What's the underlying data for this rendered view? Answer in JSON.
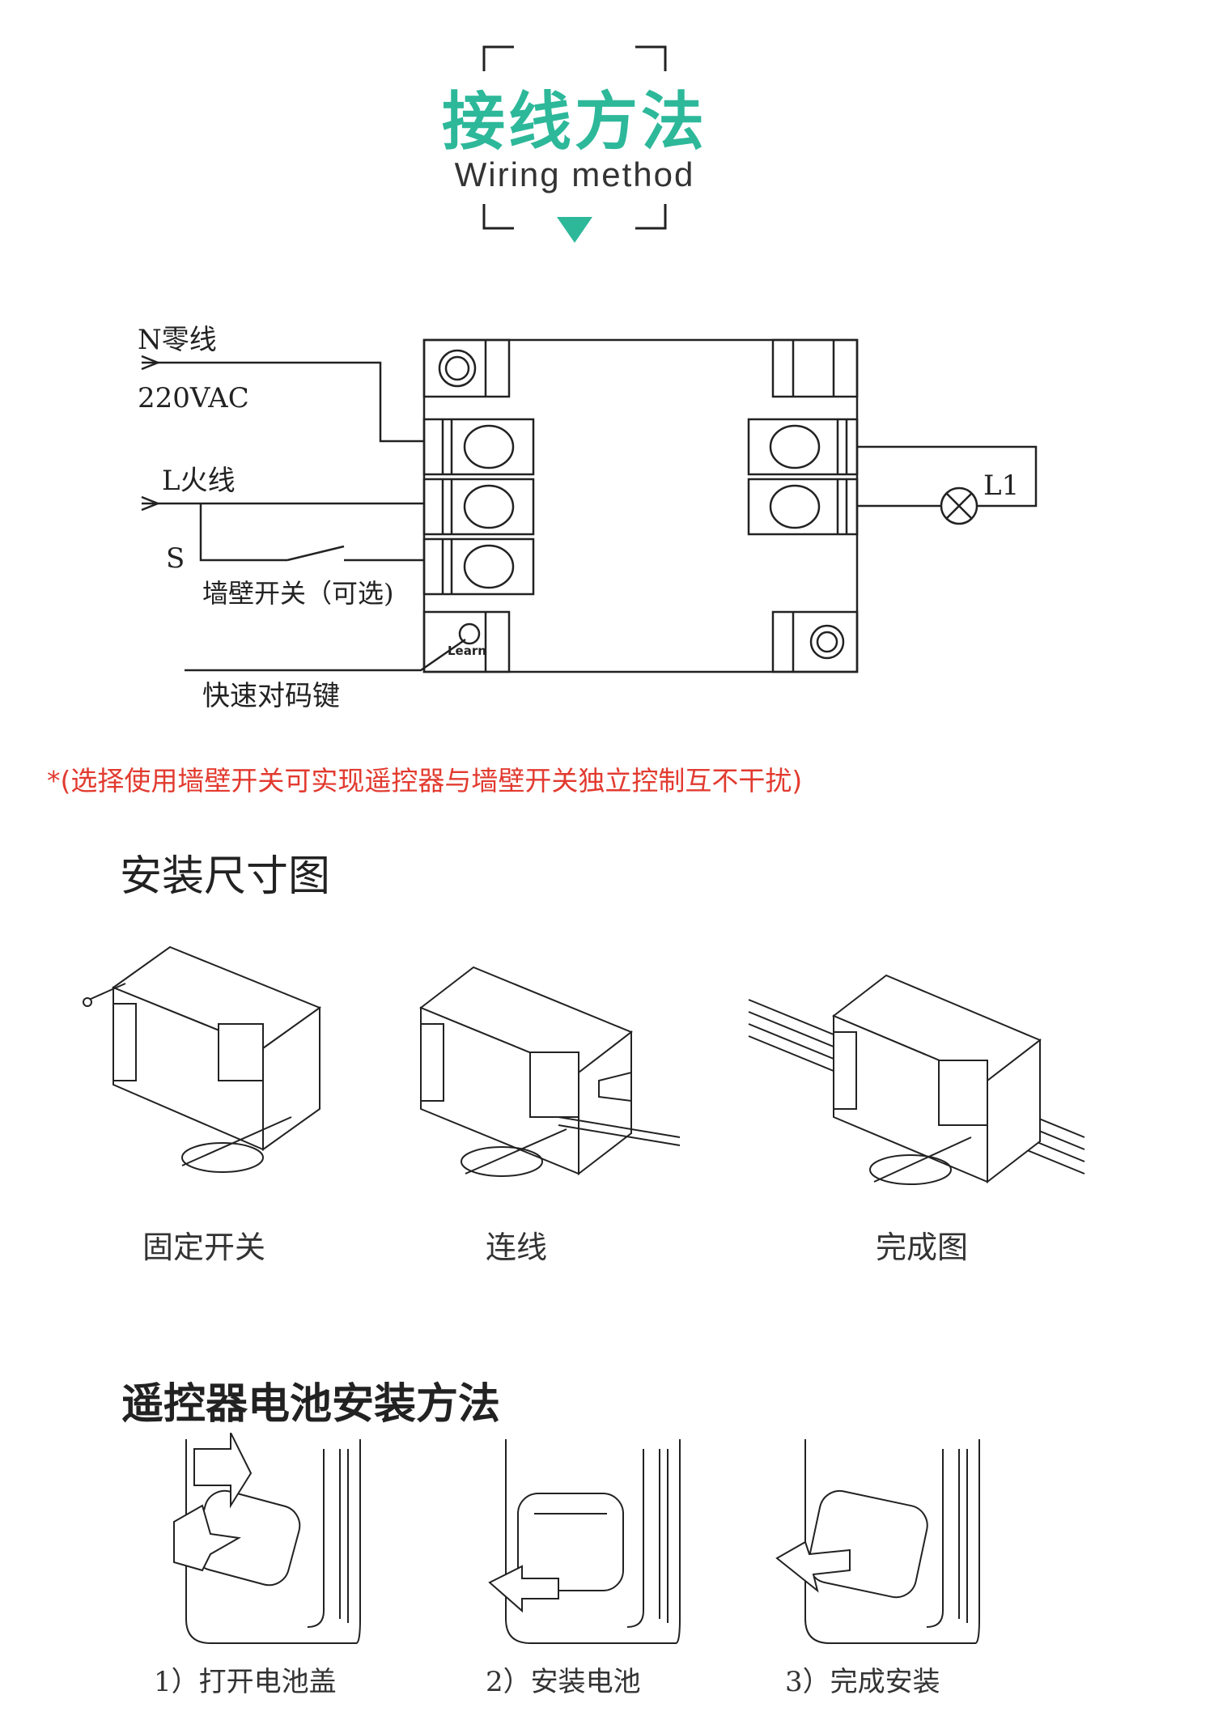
{
  "header": {
    "title": "接线方法",
    "subtitle": "Wiring method",
    "accent_color": "#2db89a"
  },
  "wiring": {
    "n_label": "N零线",
    "voltage_label": "220VAC",
    "l_label": "L火线",
    "s_label": "S",
    "wall_switch_label": "墙壁开关（可选)",
    "pairing_key_label": "快速对码键",
    "learn_label": "Learn",
    "load_label": "L1"
  },
  "note": {
    "text": "*(选择使用墙壁开关可实现遥控器与墙壁开关独立控制互不干扰)",
    "color": "#e23a2f"
  },
  "install": {
    "title": "安装尺寸图",
    "steps": [
      "固定开关",
      "连线",
      "完成图"
    ]
  },
  "battery": {
    "title": "遥控器电池安装方法",
    "steps": [
      "1）打开电池盖",
      "2）安装电池",
      "3）完成安装"
    ]
  }
}
